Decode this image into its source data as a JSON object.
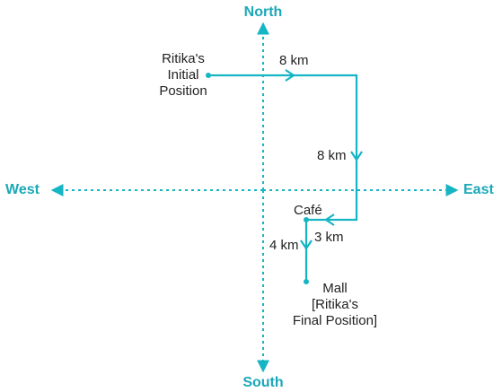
{
  "colors": {
    "accent": "#16b5c4",
    "text": "#222222"
  },
  "directions": {
    "north": "North",
    "south": "South",
    "east": "East",
    "west": "West"
  },
  "labels": {
    "start_line1": "Ritika's",
    "start_line2": "Initial",
    "start_line3": "Position",
    "leg1": "8 km",
    "leg2": "8 km",
    "cafe": "Café",
    "leg3": "3 km",
    "leg4": "4 km",
    "end_line1": "Mall",
    "end_line2": "[Ritika's",
    "end_line3": "Final Position]"
  }
}
